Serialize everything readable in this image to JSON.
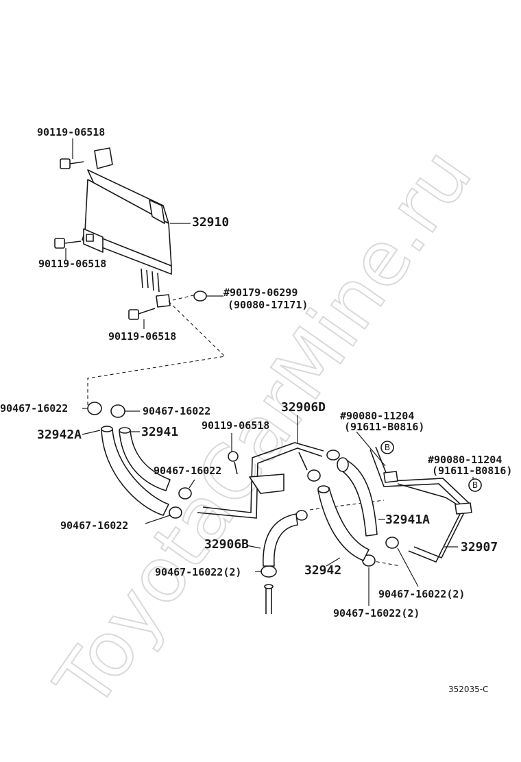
{
  "watermark": "ToyotaCarMine.ru",
  "drawing_code": "352035-C",
  "ref_marker": "B",
  "labels": {
    "bolt_top": "90119-06518",
    "cooler": "32910",
    "bolt_mid": "90119-06518",
    "grommet_a": "#90179-06299",
    "grommet_b": "(90080-17171)",
    "bolt_low": "90119-06518",
    "clamp_left_outer": "90467-16022",
    "clamp_left_inner": "90467-16022",
    "hose_32942a": "32942A",
    "hose_32941": "32941",
    "bolt_center": "90119-06518",
    "pipe_32906d": "32906D",
    "clamp_mid": "90467-16022",
    "clamp_left_low": "90467-16022",
    "clip_top_a": "#90080-11204",
    "clip_top_b": "(91611-B0816)",
    "clip_right_a": "#90080-11204",
    "clip_right_b": "(91611-B0816)",
    "hose_32941a": "32941A",
    "pipe_32907": "32907",
    "hose_32906b": "32906B",
    "clamp_bottom_left": "90467-16022(2)",
    "hose_32942": "32942",
    "clamp_bottom_right": "90467-16022(2)",
    "clamp_bottom_center": "90467-16022(2)"
  }
}
